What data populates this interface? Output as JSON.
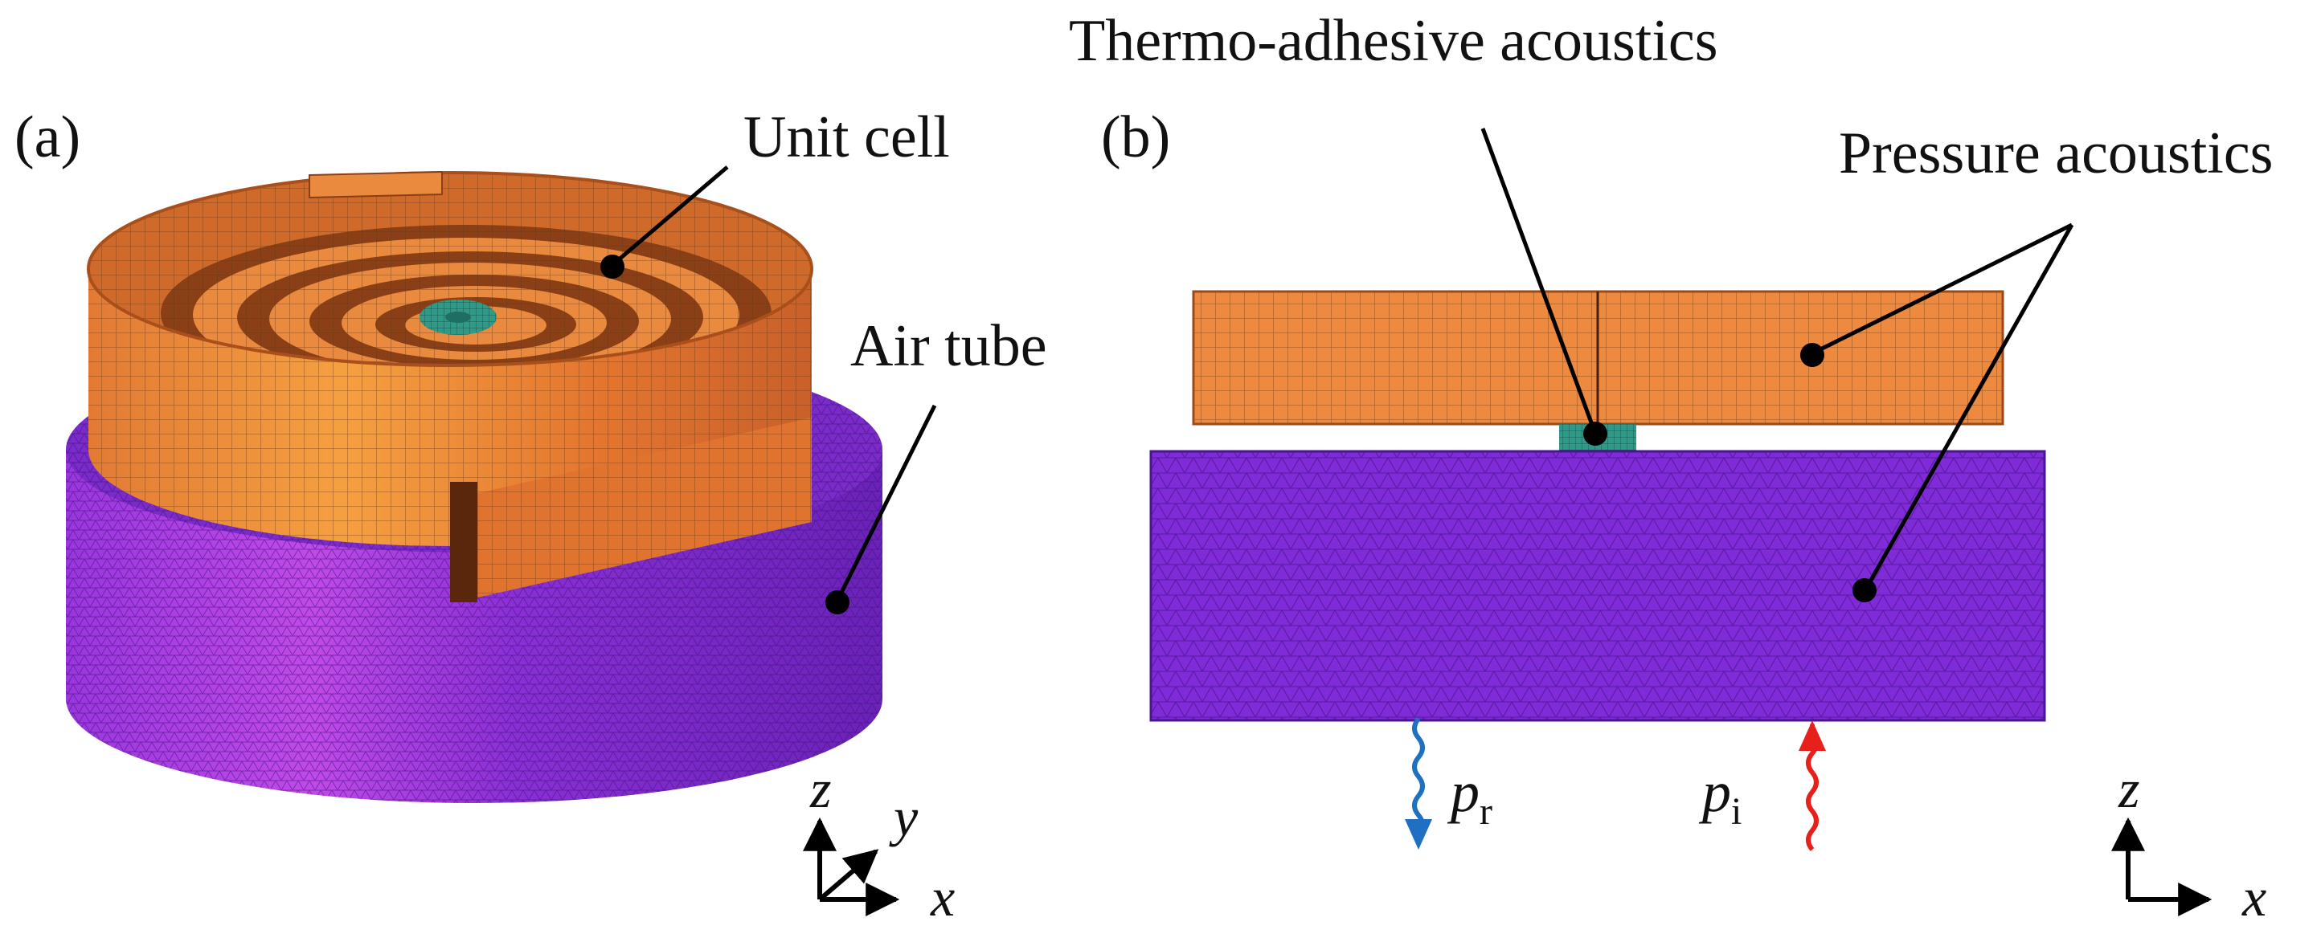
{
  "panels": {
    "a": "(a)",
    "b": "(b)"
  },
  "labels": {
    "unit_cell": "Unit cell",
    "air_tube": "Air tube",
    "thermo_adhesive": "Thermo-adhesive acoustics",
    "pressure_acoustics": "Pressure acoustics"
  },
  "waves": {
    "reflected_symbol": "p",
    "reflected_sub": "r",
    "incident_symbol": "p",
    "incident_sub": "i"
  },
  "axes": {
    "a": {
      "z": "z",
      "y": "y",
      "x": "x"
    },
    "b": {
      "z": "z",
      "x": "x"
    }
  },
  "colors": {
    "unit_cell_orange": "#e8823c",
    "air_tube_purple": "#8b32d8",
    "adhesive_teal": "#2e9a88",
    "reflected_blue": "#1f6fc2",
    "incident_red": "#e8201c"
  }
}
